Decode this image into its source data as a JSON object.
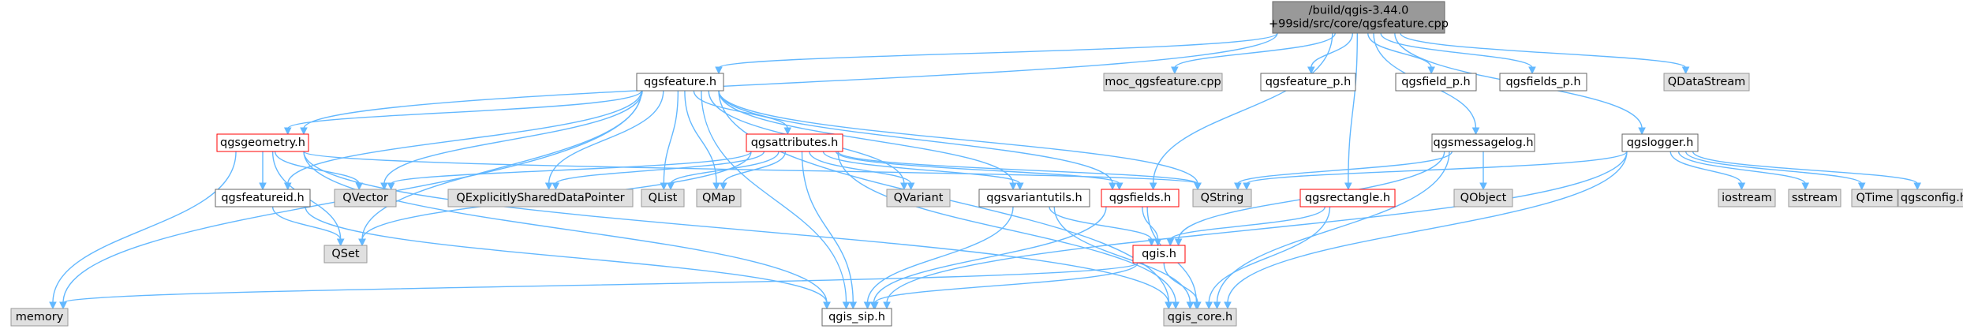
{
  "graph": {
    "type": "include-dependency-graph",
    "style": {
      "edge_color": "#63b8ff",
      "root_fill": "#999999",
      "external_fill": "#e0e0e0",
      "header_fill": "#ffffff",
      "truncated_border": "#ff0000",
      "normal_border": "#666666",
      "text_color": "#000000"
    },
    "nodes": [
      {
        "id": "root",
        "lines": [
          "/build/qgis-3.44.0",
          "+99sid/src/core/qgsfeature.cpp"
        ],
        "kind": "root"
      },
      {
        "id": "qgsfeature_h",
        "lines": [
          "qgsfeature.h"
        ],
        "kind": "header"
      },
      {
        "id": "moc_qgsfeature_cpp",
        "lines": [
          "moc_qgsfeature.cpp"
        ],
        "kind": "external"
      },
      {
        "id": "qgsfeature_p_h",
        "lines": [
          "qgsfeature_p.h"
        ],
        "kind": "header"
      },
      {
        "id": "qgsfield_p_h",
        "lines": [
          "qgsfield_p.h"
        ],
        "kind": "header"
      },
      {
        "id": "qgsfields_p_h",
        "lines": [
          "qgsfields_p.h"
        ],
        "kind": "header"
      },
      {
        "id": "qdatastream",
        "lines": [
          "QDataStream"
        ],
        "kind": "external"
      },
      {
        "id": "qgsgeometry_h",
        "lines": [
          "qgsgeometry.h"
        ],
        "kind": "truncated"
      },
      {
        "id": "qgsattributes_h",
        "lines": [
          "qgsattributes.h"
        ],
        "kind": "truncated"
      },
      {
        "id": "qgsmessagelog_h",
        "lines": [
          "qgsmessagelog.h"
        ],
        "kind": "header"
      },
      {
        "id": "qgslogger_h",
        "lines": [
          "qgslogger.h"
        ],
        "kind": "header"
      },
      {
        "id": "qgsfeatureid_h",
        "lines": [
          "qgsfeatureid.h"
        ],
        "kind": "header"
      },
      {
        "id": "qvector",
        "lines": [
          "QVector"
        ],
        "kind": "external"
      },
      {
        "id": "qexplicitly",
        "lines": [
          "QExplicitlySharedDataPointer"
        ],
        "kind": "external"
      },
      {
        "id": "qlist",
        "lines": [
          "QList"
        ],
        "kind": "external"
      },
      {
        "id": "qmap",
        "lines": [
          "QMap"
        ],
        "kind": "external"
      },
      {
        "id": "qvariant",
        "lines": [
          "QVariant"
        ],
        "kind": "external"
      },
      {
        "id": "qgsvariantutils_h",
        "lines": [
          "qgsvariantutils.h"
        ],
        "kind": "header"
      },
      {
        "id": "qgsfields_h",
        "lines": [
          "qgsfields.h"
        ],
        "kind": "truncated"
      },
      {
        "id": "qstring",
        "lines": [
          "QString"
        ],
        "kind": "external"
      },
      {
        "id": "qgsrectangle_h",
        "lines": [
          "qgsrectangle.h"
        ],
        "kind": "truncated"
      },
      {
        "id": "qobject",
        "lines": [
          "QObject"
        ],
        "kind": "external"
      },
      {
        "id": "iostream",
        "lines": [
          "iostream"
        ],
        "kind": "external"
      },
      {
        "id": "sstream",
        "lines": [
          "sstream"
        ],
        "kind": "external"
      },
      {
        "id": "qtime",
        "lines": [
          "QTime"
        ],
        "kind": "external"
      },
      {
        "id": "qgsconfig_h",
        "lines": [
          "qgsconfig.h"
        ],
        "kind": "external"
      },
      {
        "id": "qset",
        "lines": [
          "QSet"
        ],
        "kind": "external"
      },
      {
        "id": "qgis_h",
        "lines": [
          "qgis.h"
        ],
        "kind": "truncated"
      },
      {
        "id": "memory",
        "lines": [
          "memory"
        ],
        "kind": "external"
      },
      {
        "id": "qgis_sip_h",
        "lines": [
          "qgis_sip.h"
        ],
        "kind": "header"
      },
      {
        "id": "qgis_core_h",
        "lines": [
          "qgis_core.h"
        ],
        "kind": "external"
      }
    ],
    "edges": [
      [
        "root",
        "qgsfeature_h"
      ],
      [
        "root",
        "moc_qgsfeature_cpp"
      ],
      [
        "root",
        "qgsfeature_p_h"
      ],
      [
        "root",
        "qgsfield_p_h"
      ],
      [
        "root",
        "qgsfields_p_h"
      ],
      [
        "root",
        "qdatastream"
      ],
      [
        "root",
        "qgsgeometry_h"
      ],
      [
        "root",
        "qgsfields_h"
      ],
      [
        "root",
        "qgsrectangle_h"
      ],
      [
        "root",
        "qgsmessagelog_h"
      ],
      [
        "root",
        "qgslogger_h"
      ],
      [
        "qgsfeature_h",
        "qgsgeometry_h"
      ],
      [
        "qgsfeature_h",
        "qgsattributes_h"
      ],
      [
        "qgsfeature_h",
        "qgsfeatureid_h"
      ],
      [
        "qgsfeature_h",
        "qvector"
      ],
      [
        "qgsfeature_h",
        "qexplicitly"
      ],
      [
        "qgsfeature_h",
        "qlist"
      ],
      [
        "qgsfeature_h",
        "qmap"
      ],
      [
        "qgsfeature_h",
        "qvariant"
      ],
      [
        "qgsfeature_h",
        "qgsvariantutils_h"
      ],
      [
        "qgsfeature_h",
        "qgsfields_h"
      ],
      [
        "qgsfeature_h",
        "qstring"
      ],
      [
        "qgsfeature_h",
        "qset"
      ],
      [
        "qgsfeature_h",
        "memory"
      ],
      [
        "qgsfeature_h",
        "qgis_sip_h"
      ],
      [
        "qgsfeature_h",
        "qgis_core_h"
      ],
      [
        "qgsgeometry_h",
        "qgsfeatureid_h"
      ],
      [
        "qgsgeometry_h",
        "qvector"
      ],
      [
        "qgsgeometry_h",
        "qstring"
      ],
      [
        "qgsgeometry_h",
        "qset"
      ],
      [
        "qgsgeometry_h",
        "memory"
      ],
      [
        "qgsgeometry_h",
        "qgis_sip_h"
      ],
      [
        "qgsgeometry_h",
        "qgis_core_h"
      ],
      [
        "qgsattributes_h",
        "qvector"
      ],
      [
        "qgsattributes_h",
        "qexplicitly"
      ],
      [
        "qgsattributes_h",
        "qlist"
      ],
      [
        "qgsattributes_h",
        "qmap"
      ],
      [
        "qgsattributes_h",
        "qvariant"
      ],
      [
        "qgsattributes_h",
        "qgsvariantutils_h"
      ],
      [
        "qgsattributes_h",
        "qgsfields_h"
      ],
      [
        "qgsattributes_h",
        "qstring"
      ],
      [
        "qgsattributes_h",
        "qset"
      ],
      [
        "qgsattributes_h",
        "qgis_sip_h"
      ],
      [
        "qgsattributes_h",
        "qgis_core_h"
      ],
      [
        "qgsfeatureid_h",
        "qset"
      ],
      [
        "qgsfeatureid_h",
        "qgis_sip_h"
      ],
      [
        "qgsvariantutils_h",
        "qgis_h"
      ],
      [
        "qgsvariantutils_h",
        "qgis_sip_h"
      ],
      [
        "qgsvariantutils_h",
        "qgis_core_h"
      ],
      [
        "qgsfields_h",
        "qgis_h"
      ],
      [
        "qgsfields_h",
        "qgis_sip_h"
      ],
      [
        "qgsfields_h",
        "qgis_core_h"
      ],
      [
        "qgsmessagelog_h",
        "qstring"
      ],
      [
        "qgsmessagelog_h",
        "qobject"
      ],
      [
        "qgsmessagelog_h",
        "qgis_h"
      ],
      [
        "qgsmessagelog_h",
        "qgis_core_h"
      ],
      [
        "qgsrectangle_h",
        "qgis_h"
      ],
      [
        "qgsrectangle_h",
        "qgis_core_h"
      ],
      [
        "qgslogger_h",
        "iostream"
      ],
      [
        "qgslogger_h",
        "sstream"
      ],
      [
        "qgslogger_h",
        "qtime"
      ],
      [
        "qgslogger_h",
        "qgsconfig_h"
      ],
      [
        "qgslogger_h",
        "qstring"
      ],
      [
        "qgslogger_h",
        "qgis_sip_h"
      ],
      [
        "qgslogger_h",
        "qgis_core_h"
      ],
      [
        "qgis_h",
        "memory"
      ],
      [
        "qgis_h",
        "qgis_sip_h"
      ],
      [
        "qgis_h",
        "qgis_core_h"
      ]
    ]
  }
}
